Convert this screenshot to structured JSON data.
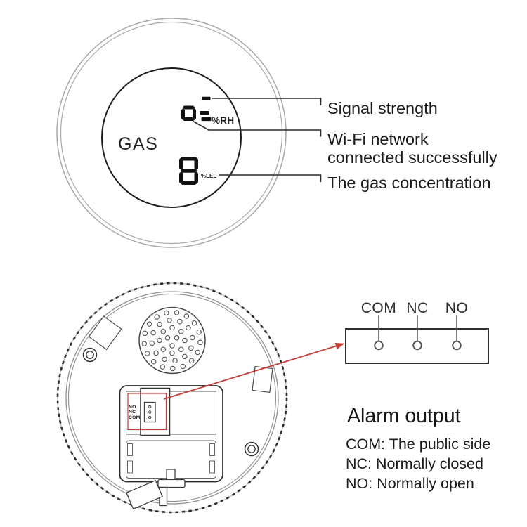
{
  "diagram": {
    "front_view": {
      "gas_label": "GAS",
      "display": {
        "signal_icon": "signal-strength-bars-icon",
        "humidity_value": "o",
        "humidity_unit": "%RH",
        "gas_value": "8",
        "gas_unit": "%LEL"
      },
      "callouts": {
        "signal": "Signal strength",
        "wifi_line1": "Wi-Fi network",
        "wifi_line2": "connected successfully",
        "gas": "The gas concentration"
      }
    },
    "back_view": {
      "terminal_stack": [
        "NO",
        "NC",
        "COM"
      ]
    },
    "alarm_output": {
      "terminals": [
        "COM",
        "NC",
        "NO"
      ],
      "title": "Alarm output",
      "legend": [
        "COM: The public side",
        "NC: Normally closed",
        "NO: Normally open"
      ]
    },
    "colors": {
      "line": "#1c1c1c",
      "ring_gray": "#a8a8a8",
      "accent_red": "#c63b33"
    }
  }
}
